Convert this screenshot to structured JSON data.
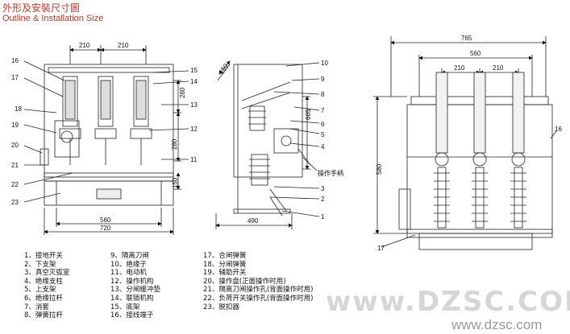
{
  "title_cn": "外形及安裝尺寸圖",
  "title_en": "Outline & Installation Size",
  "front_view": {
    "dims": {
      "d210a": "210",
      "d210b": "210",
      "d560": "560",
      "d720": "720",
      "d280a": "280",
      "d280b": "280",
      "d150": "150"
    },
    "left_labels": [
      "16",
      "17",
      "18",
      "19",
      "20",
      "21",
      "22",
      "23"
    ],
    "right_labels": [
      "15",
      "14",
      "13",
      "12",
      "11"
    ]
  },
  "side_view": {
    "dims": {
      "d150": "150",
      "d665": "665",
      "d490": "490"
    },
    "right_labels": [
      "10",
      "9",
      "8",
      "7",
      "6",
      "5",
      "4",
      "3",
      "2",
      "1"
    ],
    "handle_label": "操作手柄"
  },
  "rear_view": {
    "dims": {
      "d765": "765",
      "d560": "560",
      "d210a": "210",
      "d210b": "210",
      "d580": "580"
    },
    "labels": {
      "l16": "16",
      "l17": "17"
    }
  },
  "legend": {
    "col1": [
      "1、接地开关",
      "2、下支架",
      "3、真空灭弧室",
      "4、绝缘支柱",
      "5、上支架",
      "6、绝缘拉杆",
      "7、消套",
      "8、弹簧拉杆"
    ],
    "col2": [
      "9、隔离刀闸",
      "10、绝缘子",
      "11、电动机",
      "12、操作机构",
      "13、分闸缓冲垫",
      "14、联锁机构",
      "15、底架",
      "16、接线端子"
    ],
    "col3": [
      "17、合闸弹簧",
      "18、分闸弹簧",
      "19、辅助开关",
      "20、操作盘(正面操作时用)",
      "21、隔离刀闸操作孔(背面操作时用)",
      "22、负荷开关操作孔(背面操作时用)",
      "23、脱扣器"
    ]
  },
  "watermark": "www.DZSC.COM",
  "watermark_url": "www.dzsc.com"
}
